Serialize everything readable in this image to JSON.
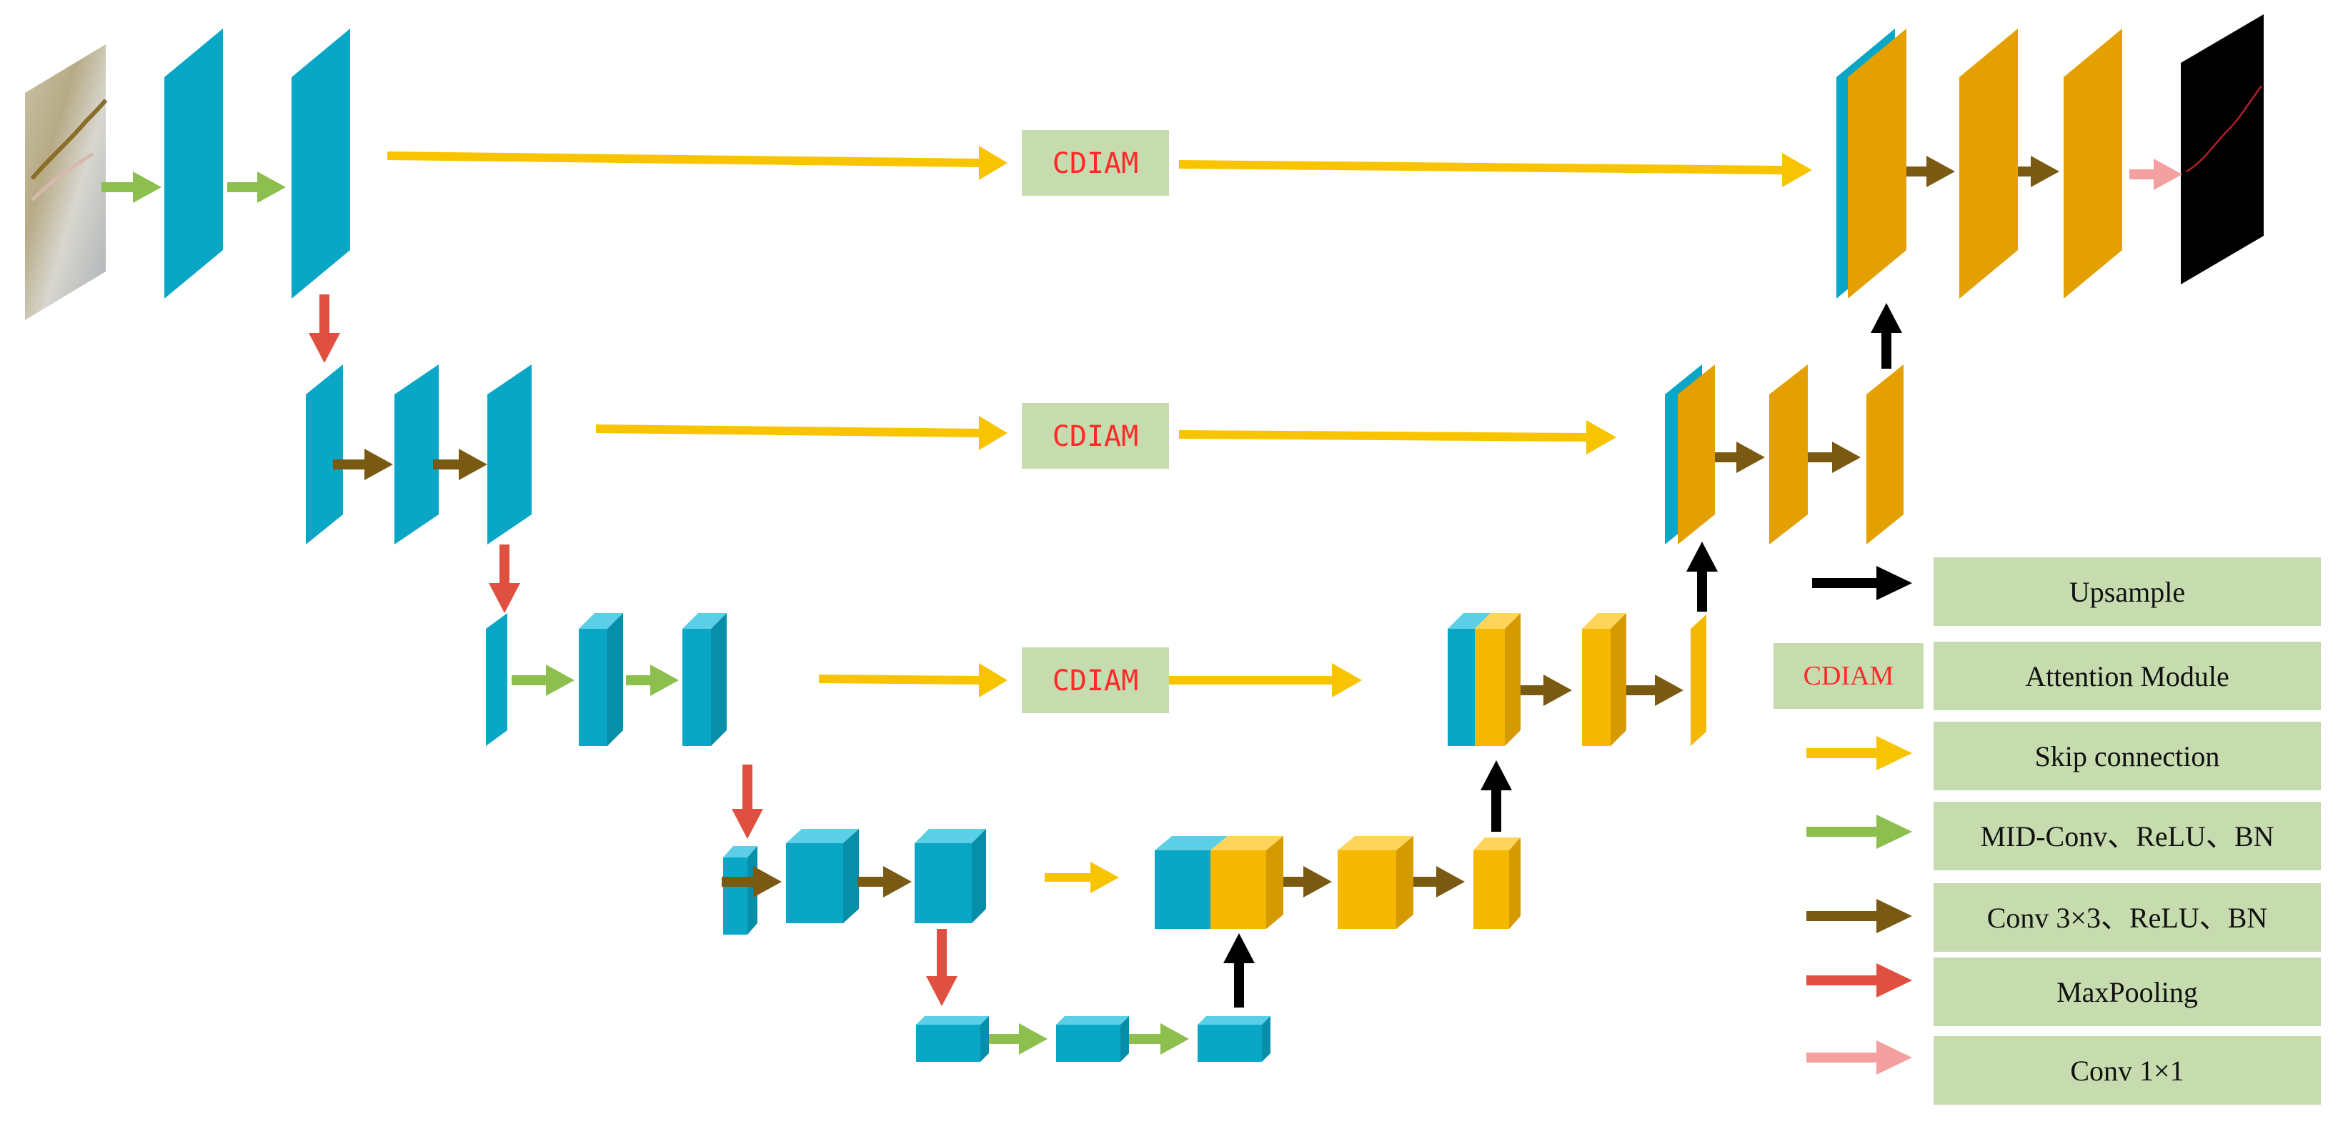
{
  "colors": {
    "encoder_block": "#0aa6c6",
    "decoder_block": "#f5b800",
    "decoder_block_dark": "#e3a000",
    "skip_arrow": "#f8c400",
    "midconv_arrow": "#8dbf4e",
    "conv_arrow": "#7a5a12",
    "maxpool_arrow": "#e05040",
    "upsample_arrow": "#000000",
    "conv1x1_arrow": "#f4a0a0",
    "label_box": "#c6dcae",
    "cdiam_text": "#ff2a2a"
  },
  "attention_labels": [
    "CDIAM",
    "CDIAM",
    "CDIAM"
  ],
  "legend": [
    {
      "arrow": "upsample-icon",
      "color": "#000000",
      "label": "Upsample"
    },
    {
      "arrow": "cdiam-box",
      "color": "#ff2a2a",
      "label": "Attention Module",
      "box_text": "CDIAM"
    },
    {
      "arrow": "skip-connection-icon",
      "color": "#f8c400",
      "label": "Skip connection"
    },
    {
      "arrow": "midconv-icon",
      "color": "#8dbf4e",
      "label": "MID-Conv、ReLU、BN"
    },
    {
      "arrow": "conv3x3-icon",
      "color": "#7a5a12",
      "label": "Conv 3×3、ReLU、BN"
    },
    {
      "arrow": "maxpool-icon",
      "color": "#e05040",
      "label": "MaxPooling"
    },
    {
      "arrow": "conv1x1-icon",
      "color": "#f4a0a0",
      "label": "Conv 1×1"
    }
  ]
}
